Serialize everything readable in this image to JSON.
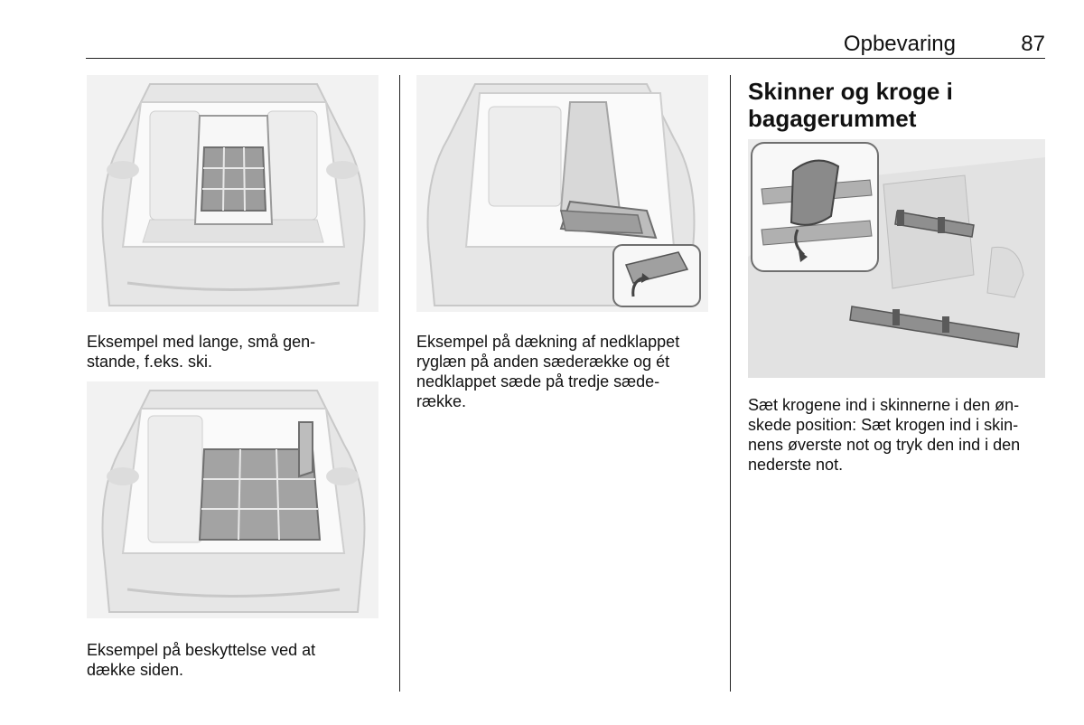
{
  "header": {
    "section_title": "Opbevaring",
    "page_number": "87"
  },
  "column_left": {
    "figure_1_caption": "Eksempel med lange, små gen-\nstande, f.eks. ski.",
    "figure_2_caption": "Eksempel på beskyttelse ved at\ndække siden."
  },
  "column_middle": {
    "figure_caption": "Eksempel på dækning af nedklappet\nryglæn på anden sæderække og ét\nnedklappet sæde på tredje sæde-\nrække."
  },
  "column_right": {
    "heading": "Skinner og kroge i\nbagagerummet",
    "body": "Sæt krogene ind i skinnerne i den øn-\nskede position: Sæt krogen ind i skin-\nnens øverste not og tryk den ind i den\nnederste not."
  }
}
